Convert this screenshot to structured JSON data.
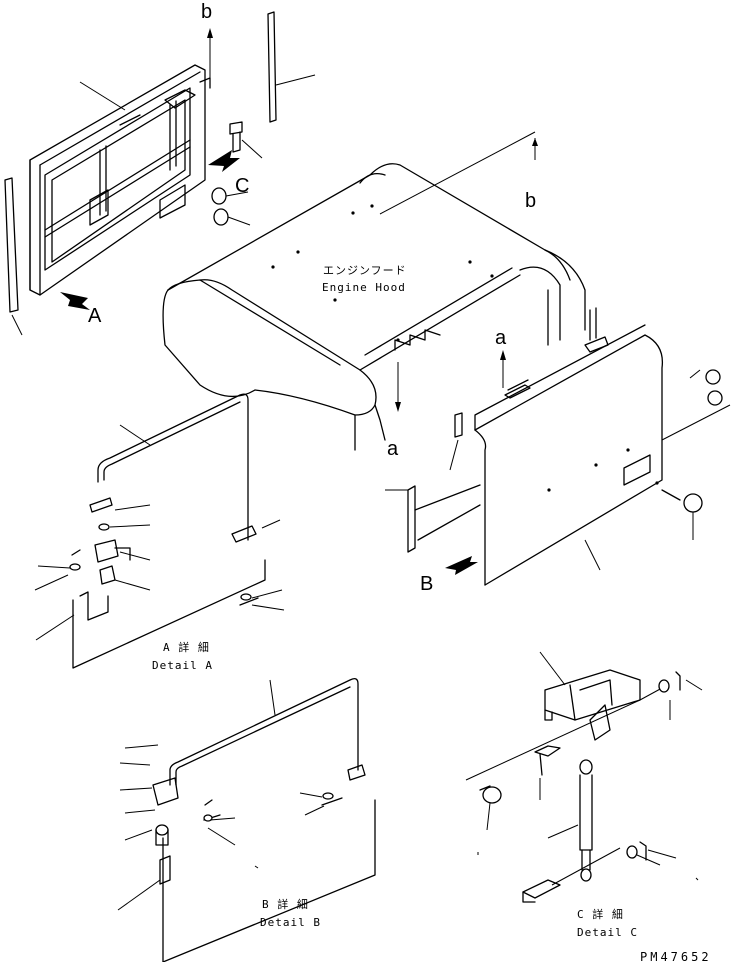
{
  "hood_label": {
    "jp": "エンジンフード",
    "en": "Engine Hood"
  },
  "callouts": {
    "A": "A",
    "B": "B",
    "C": "C",
    "a_top": "a",
    "a_left": "a",
    "b_top": "b",
    "b_right": "b"
  },
  "details": {
    "A": {
      "jp": "A 詳 細",
      "en": "Detail A"
    },
    "B": {
      "jp": "B 詳 細",
      "en": "Detail B"
    },
    "C": {
      "jp": "C 詳 細",
      "en": "Detail C"
    }
  },
  "drawing_number": "PM47652"
}
